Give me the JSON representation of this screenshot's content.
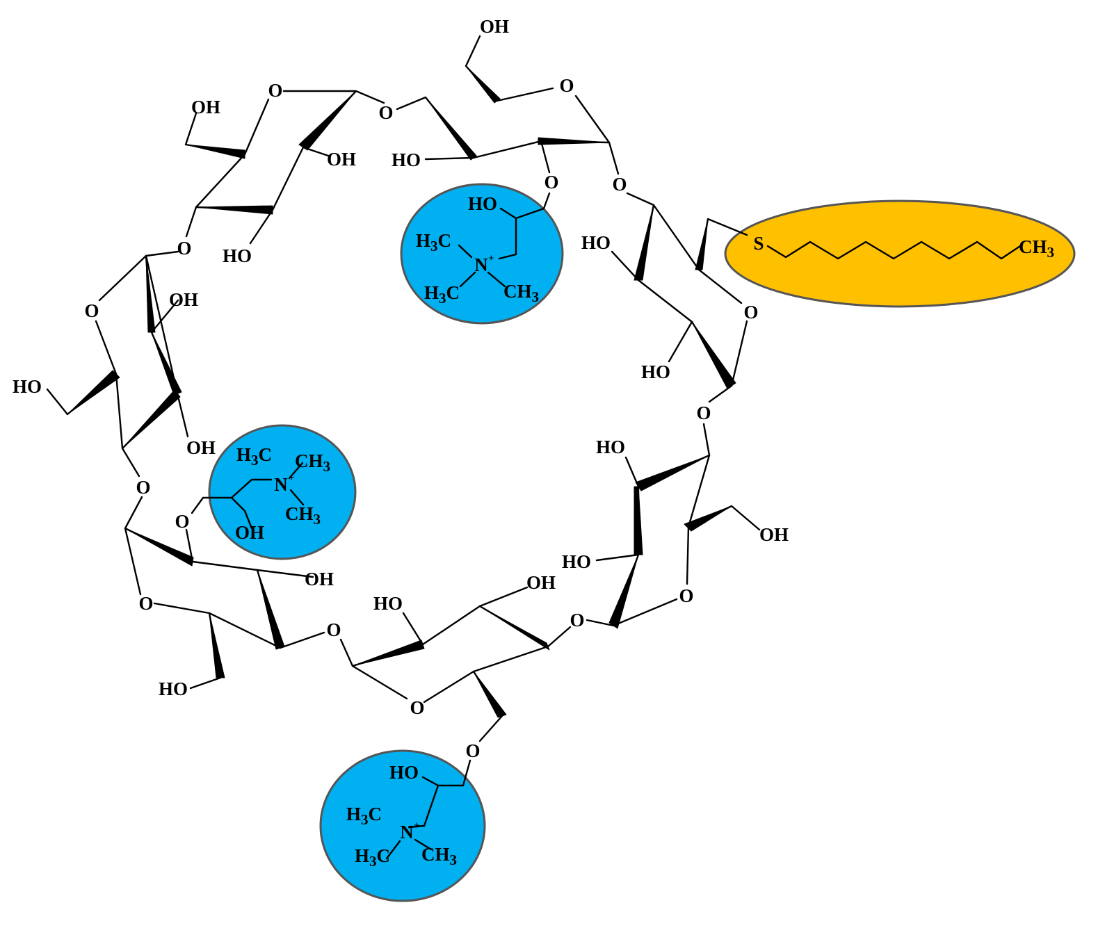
{
  "labels": {
    "oxygen": "O",
    "hydroxyl_right": "OH",
    "hydroxyl_left": "HO",
    "sulfur": "S",
    "methyl_left": "H3C",
    "methyl_right": "CH3",
    "nitrogen": "N",
    "charge": "+"
  },
  "colors": {
    "ammonium_group": "#00b0f0",
    "thioalkyl_chain": "#ffc000",
    "bonds": "#000000"
  }
}
